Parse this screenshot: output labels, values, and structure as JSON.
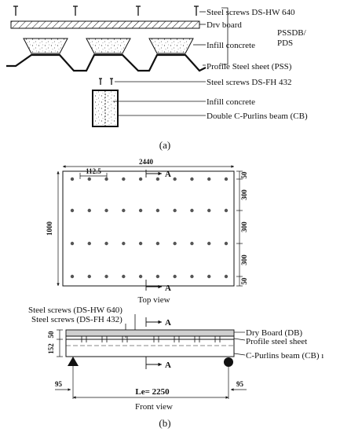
{
  "part_a": {
    "caption": "(a)",
    "labels": {
      "steel_screws_top": "Steel screws DS-HW 640",
      "dry_board": "Drv board",
      "infill_concrete": "Infill concrete",
      "profile_sheet": "Profile Steel sheet (PSS)",
      "steel_screws_bottom": "Steel screws DS-FH 432",
      "infill_concrete_beam": "Infill concrete",
      "double_purlins": "Double C-Purlins beam (CB)",
      "bracket_label_1": "PSSDB/",
      "bracket_label_2": "PDS"
    }
  },
  "part_b": {
    "caption": "(b)",
    "top_view": {
      "title": "Top view",
      "width_dim": "2440",
      "height_dim": "1000",
      "spacing_dim": "112.5",
      "right_dims": [
        "50",
        "300",
        "300",
        "300",
        "50"
      ],
      "section_marker": "A"
    },
    "front_view": {
      "title": "Front view",
      "labels": {
        "screws_hw": "Steel screws (DS-HW 640)",
        "screws_fh": "Steel screws (DS-FH 432)",
        "dry_board": "Dry Board (DB)",
        "profile_sheet": "Profile steel sheet",
        "purlins": "C-Purlins beam (CB) ı"
      },
      "dim_50": "50",
      "dim_152": "152",
      "support_left": "95",
      "support_right": "95",
      "span_label": "Le= 2250",
      "section_marker": "A"
    }
  },
  "colors": {
    "line": "#111111",
    "board_fill": "#cfcfcf",
    "concrete_dots": "#444444"
  }
}
